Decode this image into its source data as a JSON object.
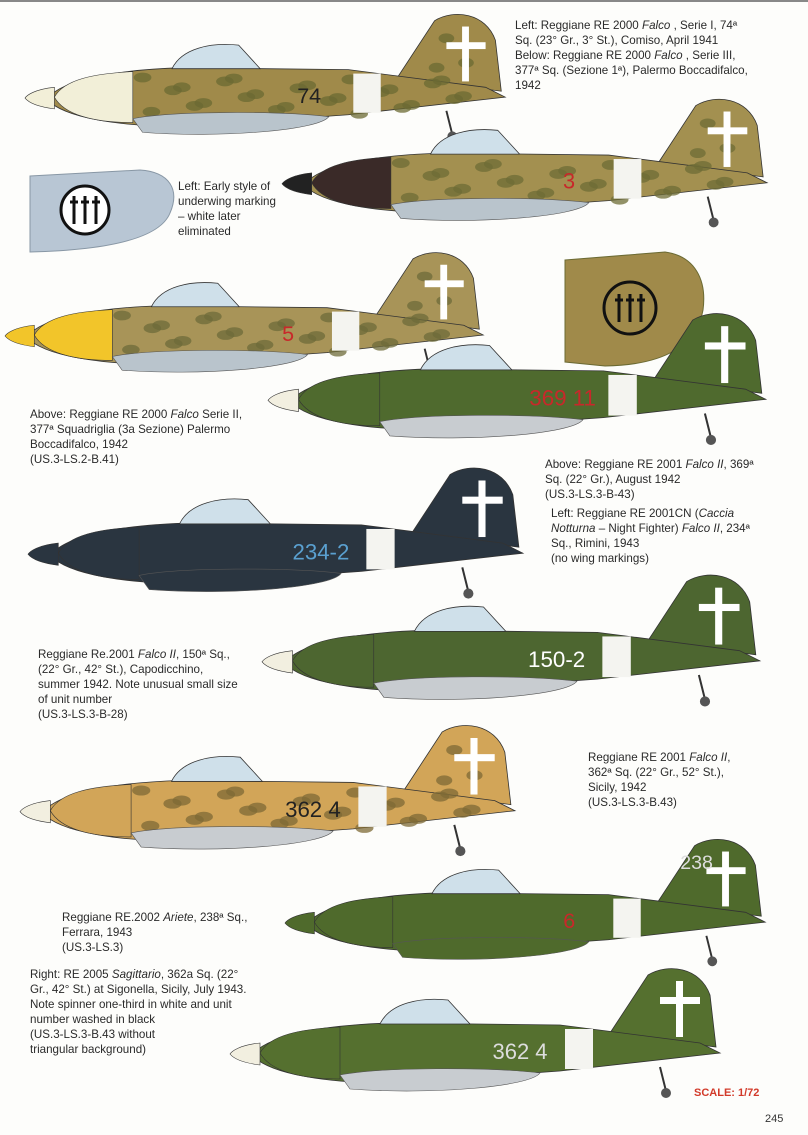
{
  "captions": [
    {
      "id": "re2000-serie1",
      "lines": [
        [
          {
            "t": "Left: Reggiane RE 2000 "
          },
          {
            "t": "Falco",
            "i": true
          },
          {
            "t": " , Serie I, 74ª"
          }
        ],
        [
          {
            "t": "Sq. (23° Gr., 3° St.), Comiso, April 1941"
          }
        ],
        [
          {
            "t": "Below: Reggiane RE 2000 "
          },
          {
            "t": "Falco",
            "i": true
          },
          {
            "t": " , Serie III,"
          }
        ],
        [
          {
            "t": "377ª Sq. (Sezione 1ª), Palermo Boccadifalco,"
          }
        ],
        [
          {
            "t": "1942"
          }
        ]
      ]
    },
    {
      "id": "underwing-marking",
      "lines": [
        [
          {
            "t": "Left: Early style of"
          }
        ],
        [
          {
            "t": "underwing marking"
          }
        ],
        [
          {
            "t": "– white later"
          }
        ],
        [
          {
            "t": "eliminated"
          }
        ]
      ]
    },
    {
      "id": "re2000-serie2",
      "lines": [
        [
          {
            "t": "Above: Reggiane RE 2000 "
          },
          {
            "t": "Falco",
            "i": true
          },
          {
            "t": " Serie II,"
          }
        ],
        [
          {
            "t": "377ª Squadriglia (3a Sezione) Palermo"
          }
        ],
        [
          {
            "t": "Boccadifalco, 1942"
          }
        ],
        [
          {
            "t": "(US.3-LS.2-B.41)"
          }
        ]
      ]
    },
    {
      "id": "re2001-369",
      "lines": [
        [
          {
            "t": "Above: Reggiane RE 2001 "
          },
          {
            "t": "Falco II",
            "i": true
          },
          {
            "t": ", 369ª"
          }
        ],
        [
          {
            "t": "Sq. (22° Gr.), August 1942"
          }
        ],
        [
          {
            "t": "(US.3-LS.3-B-43)"
          }
        ]
      ]
    },
    {
      "id": "re2001cn",
      "lines": [
        [
          {
            "t": "Left: Reggiane RE 2001CN ("
          },
          {
            "t": "Caccia",
            "i": true
          }
        ],
        [
          {
            "t": "Notturna",
            "i": true
          },
          {
            "t": " – Night Fighter) "
          },
          {
            "t": "Falco II",
            "i": true
          },
          {
            "t": ", 234ª"
          }
        ],
        [
          {
            "t": "Sq., Rimini, 1943"
          }
        ],
        [
          {
            "t": "(no wing markings)"
          }
        ]
      ]
    },
    {
      "id": "re2001-150",
      "lines": [
        [
          {
            "t": "Reggiane Re.2001 "
          },
          {
            "t": "Falco II",
            "i": true
          },
          {
            "t": ", 150ª Sq.,"
          }
        ],
        [
          {
            "t": "(22° Gr., 42° St.), Capodicchino,"
          }
        ],
        [
          {
            "t": "summer 1942. Note unusual small size"
          }
        ],
        [
          {
            "t": "of unit number"
          }
        ],
        [
          {
            "t": "(US.3-LS.3-B-28)"
          }
        ]
      ]
    },
    {
      "id": "re2001-362",
      "lines": [
        [
          {
            "t": "Reggiane RE 2001 "
          },
          {
            "t": "Falco II",
            "i": true
          },
          {
            "t": ","
          }
        ],
        [
          {
            "t": "362ª Sq. (22° Gr., 52° St.),"
          }
        ],
        [
          {
            "t": "Sicily, 1942"
          }
        ],
        [
          {
            "t": "(US.3-LS.3-B.43)"
          }
        ]
      ]
    },
    {
      "id": "re2002",
      "lines": [
        [
          {
            "t": "Reggiane RE.2002 "
          },
          {
            "t": "Ariete",
            "i": true
          },
          {
            "t": ", 238ª Sq.,"
          }
        ],
        [
          {
            "t": "Ferrara, 1943"
          }
        ],
        [
          {
            "t": "(US.3-LS.3)"
          }
        ]
      ]
    },
    {
      "id": "re2005",
      "lines": [
        [
          {
            "t": "Right: RE 2005 "
          },
          {
            "t": "Sagittario",
            "i": true
          },
          {
            "t": ", 362a Sq. (22°"
          }
        ],
        [
          {
            "t": "Gr., 42° St.) at Sigonella, Sicily, July 1943."
          }
        ],
        [
          {
            "t": "Note spinner one-third in white and unit"
          }
        ],
        [
          {
            "t": "number washed in black"
          }
        ],
        [
          {
            "t": "(US.3-LS.3-B.43 without"
          }
        ],
        [
          {
            "t": "triangular background)"
          }
        ]
      ]
    }
  ],
  "aircraft": [
    {
      "id": "re2000-74",
      "code": "74",
      "code_color": "#222222",
      "body": "#a08a4a",
      "spot": "#6b6a33",
      "nose": "#f2efd8",
      "spinner": "#f2efd8",
      "belly": "#b9c4cc"
    },
    {
      "id": "re2000-3",
      "code": "3",
      "code_color": "#c8282a",
      "body": "#a39050",
      "spot": "#6e6c36",
      "nose": "#3a2a28",
      "spinner": "#222222",
      "belly": "#b9c4cc"
    },
    {
      "id": "re2000-5",
      "code": "5",
      "code_color": "#c8282a",
      "body": "#a89458",
      "spot": "#6d6b3a",
      "nose": "#f2c52a",
      "spinner": "#f2c52a",
      "belly": "#b9c4cc"
    },
    {
      "id": "re2001-369",
      "code": "369 11",
      "code_color": "#c8282a",
      "body": "#4f6a2e",
      "spot": "#4f6a2e",
      "nose": "#4f6a2e",
      "spinner": "#f2efe0",
      "belly": "#c8ccd0"
    },
    {
      "id": "re2001cn-234",
      "code": "234-2",
      "code_color": "#5aa0d0",
      "body": "#2a3540",
      "spot": "#2a3540",
      "nose": "#2a3540",
      "spinner": "#2a3540",
      "belly": "#2a3540"
    },
    {
      "id": "re2001-150",
      "code": "150-2",
      "code_color": "#ffffff",
      "body": "#4d6630",
      "spot": "#4d6630",
      "nose": "#4d6630",
      "spinner": "#f2efe0",
      "belly": "#c8ccd0"
    },
    {
      "id": "re2001-362",
      "code": "362 4",
      "code_color": "#222222",
      "body": "#d2a558",
      "spot": "#7d6a35",
      "nose": "#d2a558",
      "spinner": "#f2efe0",
      "belly": "#c8ccd0"
    },
    {
      "id": "re2002-6",
      "code": "6",
      "code_color": "#c8282a",
      "tail_code": "238",
      "body": "#4f6a2c",
      "spot": "#4f6a2c",
      "nose": "#4f6a2c",
      "spinner": "#4f6a2c",
      "belly": "#4f6a2c"
    },
    {
      "id": "re2005-362",
      "code": "362 4",
      "code_color": "#dddddd",
      "body": "#55702f",
      "spot": "#55702f",
      "nose": "#55702f",
      "spinner": "#f2efe0",
      "belly": "#c8ccd0"
    }
  ],
  "wing_details": [
    {
      "id": "underwing-grey",
      "color": "#b8c6d4",
      "icon": "fasces-roundel"
    },
    {
      "id": "underwing-camo",
      "color": "#a08a4a",
      "icon": "fasces-roundel"
    }
  ],
  "footer": {
    "scale": "SCALE: 1/72",
    "page_number": "245"
  }
}
